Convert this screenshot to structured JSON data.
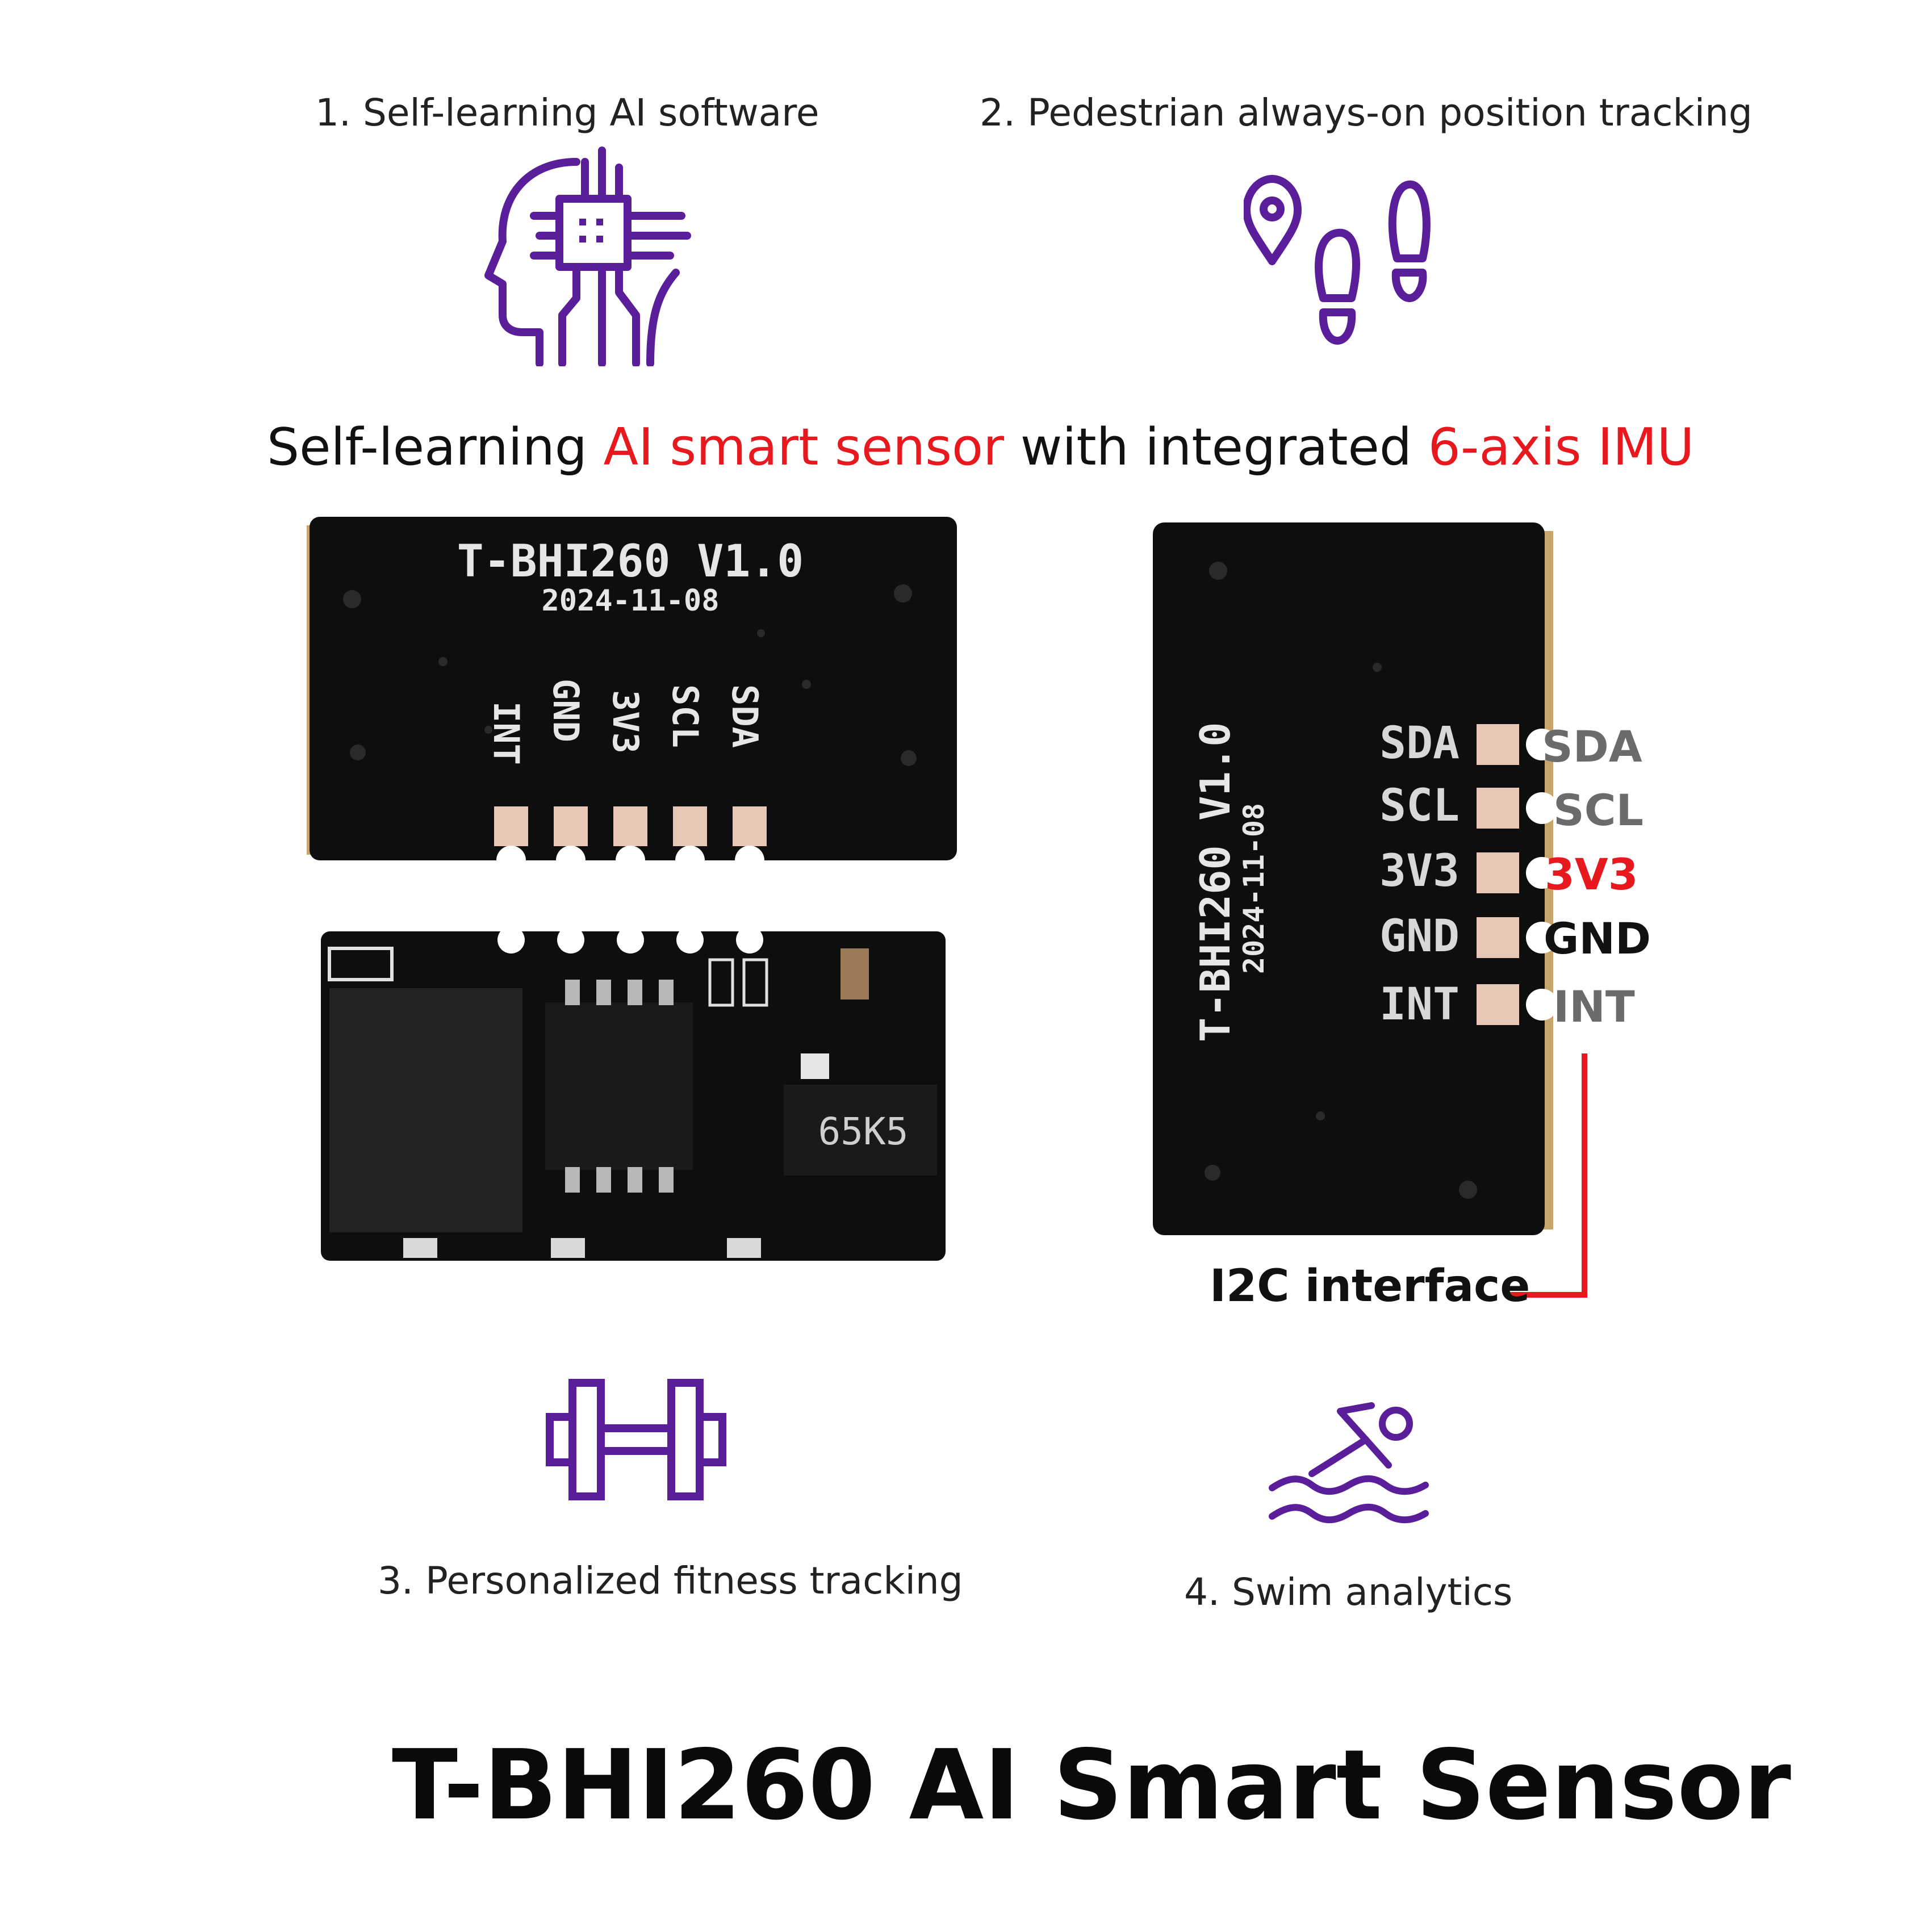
{
  "colors": {
    "accent_purple": "#5b1e9a",
    "highlight_red": "#e8191e",
    "pin_gray": "#6b6b6b",
    "pin_black": "#111111"
  },
  "features": [
    {
      "label": "1. Self-learning AI software",
      "icon": "ai-head-chip-icon"
    },
    {
      "label": "2. Pedestrian always-on position tracking",
      "icon": "footsteps-location-icon"
    },
    {
      "label": "3. Personalized fitness tracking",
      "icon": "dumbbell-icon"
    },
    {
      "label": "4. Swim analytics",
      "icon": "swimmer-icon"
    }
  ],
  "headline": {
    "part1": "Self-learning ",
    "part2": "AI smart sensor",
    "part3": " with integrated ",
    "part4": "6-axis IMU"
  },
  "board_top": {
    "model": "T-BHI260 V1.0",
    "date": "2024-11-08",
    "pins": [
      "INT",
      "GND",
      "3V3",
      "SCL",
      "SDA"
    ]
  },
  "board_bottom": {
    "chip_marking": "65K5"
  },
  "board_side": {
    "model": "T-BHI260 V1.0",
    "date": "2024-11-08",
    "silk_pins": [
      "SDA",
      "SCL",
      "3V3",
      "GND",
      "INT"
    ]
  },
  "pinout": [
    {
      "label": "SDA",
      "color": "#6b6b6b"
    },
    {
      "label": "SCL",
      "color": "#6b6b6b"
    },
    {
      "label": "3V3",
      "color": "#e8191e"
    },
    {
      "label": "GND",
      "color": "#111111"
    },
    {
      "label": "INT",
      "color": "#6b6b6b"
    }
  ],
  "interface_label": "I2C interface",
  "title": "T-BHI260 AI Smart Sensor"
}
